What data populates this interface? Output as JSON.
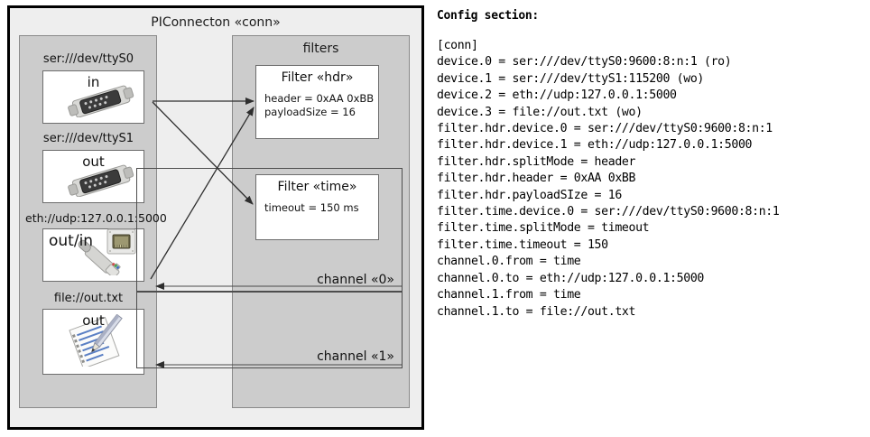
{
  "diagram": {
    "title": "PIConnecton «conn»",
    "devices_panel": {
      "name": "devices",
      "items": [
        {
          "label": "ser:///dev/ttyS0",
          "direction": "in",
          "icon": "serial-port-icon"
        },
        {
          "label": "ser:///dev/ttyS1",
          "direction": "out",
          "icon": "serial-port-icon"
        },
        {
          "label": "eth://udp:127.0.0.1:5000",
          "direction": "out/in",
          "icon": "ethernet-jack-icon"
        },
        {
          "label": "file://out.txt",
          "direction": "out",
          "icon": "text-file-icon"
        }
      ]
    },
    "filters_panel": {
      "title": "filters",
      "filters": [
        {
          "title": "Filter «hdr»",
          "attrs": [
            "header = 0xAA 0xBB",
            "payloadSize = 16"
          ]
        },
        {
          "title": "Filter «time»",
          "attrs": [
            "timeout = 150 ms"
          ]
        }
      ]
    },
    "channels": [
      {
        "label": "channel «0»"
      },
      {
        "label": "channel «1»"
      }
    ]
  },
  "config": {
    "heading": "Config section:",
    "lines": [
      "[conn]",
      "device.0 = ser:///dev/ttyS0:9600:8:n:1 (ro)",
      "device.1 = ser:///dev/ttyS1:115200 (wo)",
      "device.2 = eth://udp:127.0.0.1:5000",
      "device.3 = file://out.txt (wo)",
      "filter.hdr.device.0 = ser:///dev/ttyS0:9600:8:n:1",
      "filter.hdr.device.1 = eth://udp:127.0.0.1:5000",
      "filter.hdr.splitMode = header",
      "filter.hdr.header = 0xAA 0xBB",
      "filter.hdr.payloadSIze = 16",
      "filter.time.device.0 = ser:///dev/ttyS0:9600:8:n:1",
      "filter.time.splitMode = timeout",
      "filter.time.timeout = 150",
      "channel.0.from = time",
      "channel.0.to = eth://udp:127.0.0.1:5000",
      "channel.1.from = time",
      "channel.1.to = file://out.txt"
    ]
  },
  "colors": {
    "outer_border": "#000000",
    "outer_fill": "#eeeeee",
    "panel_fill": "#cccccc",
    "panel_border": "#8a8a8a",
    "box_fill": "#ffffff",
    "box_border": "#6d6d6d",
    "arrow": "#333333",
    "text": "#111111"
  }
}
